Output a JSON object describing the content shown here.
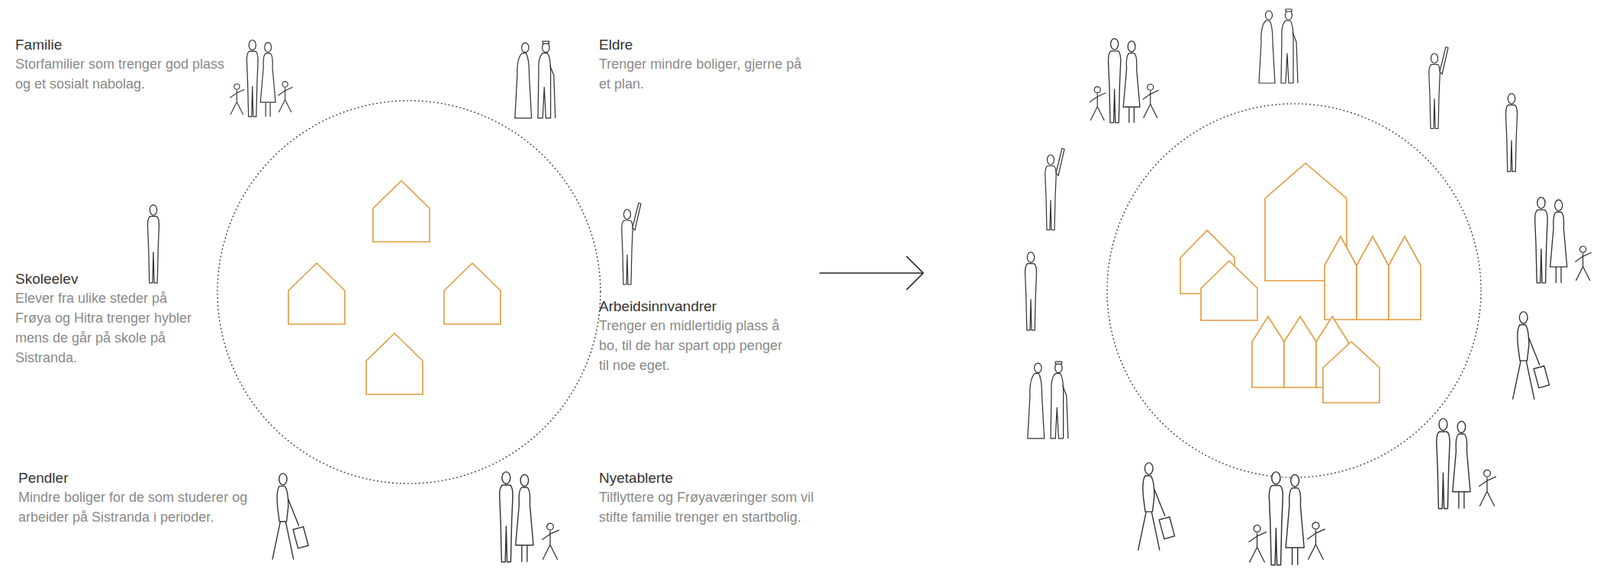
{
  "diagram": {
    "labels": [
      "Familie",
      "Storfamilier som trenger god plass og et sosialt nabolag.",
      "Eldre",
      "Trenger mindre boliger, gjerne på et plan.",
      "Skoleelev",
      "Elever fra ulike steder på Frøya og Hitra trenger hybler mens de går på skole på Sistranda.",
      "Arbeidsinnvandrer",
      "Trenger en midlertidig plass å bo, til de har spart opp penger til noe eget.",
      "Pendler",
      "Mindre boliger for de som studerer og arbeider på Sistranda i perioder.",
      "Nyetablerte",
      "Tilflyttere og Frøyaværinger som vil stifte familie trenger en startbolig."
    ]
  }
}
